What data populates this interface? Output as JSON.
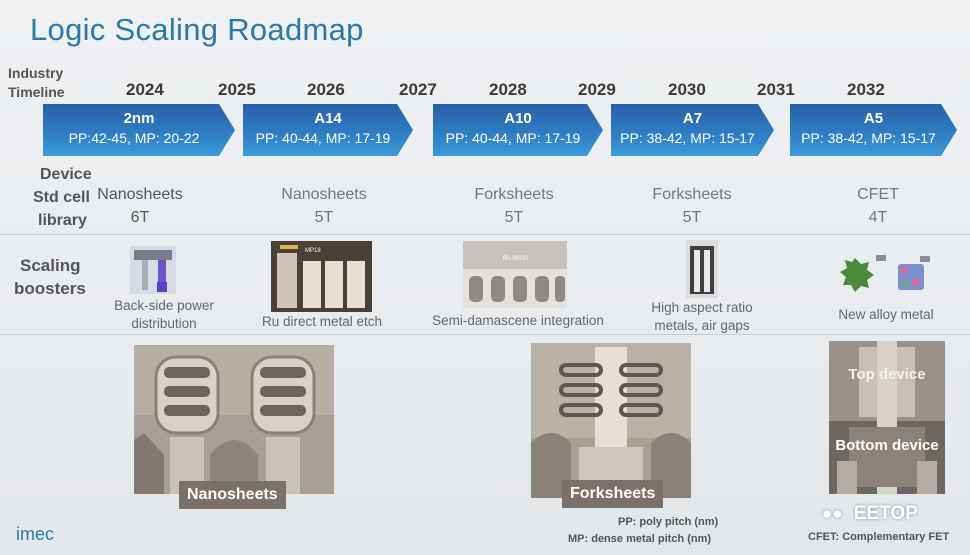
{
  "title": "Logic Scaling Roadmap",
  "labels": {
    "industry": "Industry",
    "timeline": "Timeline",
    "device": "Device",
    "std_cell": "Std cell",
    "library": "library",
    "scaling": "Scaling",
    "boosters": "boosters"
  },
  "years": [
    "2024",
    "2025",
    "2026",
    "2027",
    "2028",
    "2029",
    "2030",
    "2031",
    "2032"
  ],
  "nodes": [
    {
      "name": "2nm",
      "pitch": "PP:42-45, MP: 20-22"
    },
    {
      "name": "A14",
      "pitch": "PP: 40-44, MP: 17-19"
    },
    {
      "name": "A10",
      "pitch": "PP: 40-44, MP: 17-19"
    },
    {
      "name": "A7",
      "pitch": "PP: 38-42, MP: 15-17"
    },
    {
      "name": "A5",
      "pitch": "PP: 38-42, MP: 15-17"
    }
  ],
  "devices": [
    {
      "device": "Nanosheets",
      "cell": "6T"
    },
    {
      "device": "Nanosheets",
      "cell": "5T"
    },
    {
      "device": "Forksheets",
      "cell": "5T"
    },
    {
      "device": "Forksheets",
      "cell": "5T"
    },
    {
      "device": "CFET",
      "cell": "4T"
    }
  ],
  "boosters": [
    {
      "line1": "Back-side power",
      "line2": "distribution"
    },
    {
      "line1": "Ru direct metal etch",
      "line2": ""
    },
    {
      "line1": "Semi-damascene integration",
      "line2": ""
    },
    {
      "line1": "High aspect ratio",
      "line2": "metals, air gaps"
    },
    {
      "line1": "New alloy metal",
      "line2": ""
    }
  ],
  "booster_image_text": {
    "mp18": "MP18",
    "ru_msv2": "Ru MSV2"
  },
  "images": {
    "nanosheets": "Nanosheets",
    "forksheets": "Forksheets",
    "top_device": "Top device",
    "bottom_device": "Bottom device"
  },
  "footnotes": {
    "pp": "PP: poly pitch (nm)",
    "mp": "MP: dense metal pitch (nm)",
    "cfet": "CFET: Complementary FET"
  },
  "logo": "imec",
  "watermark": "EETOP",
  "colors": {
    "title": "#2b7aa6",
    "arrow": "#2f7fc5"
  }
}
